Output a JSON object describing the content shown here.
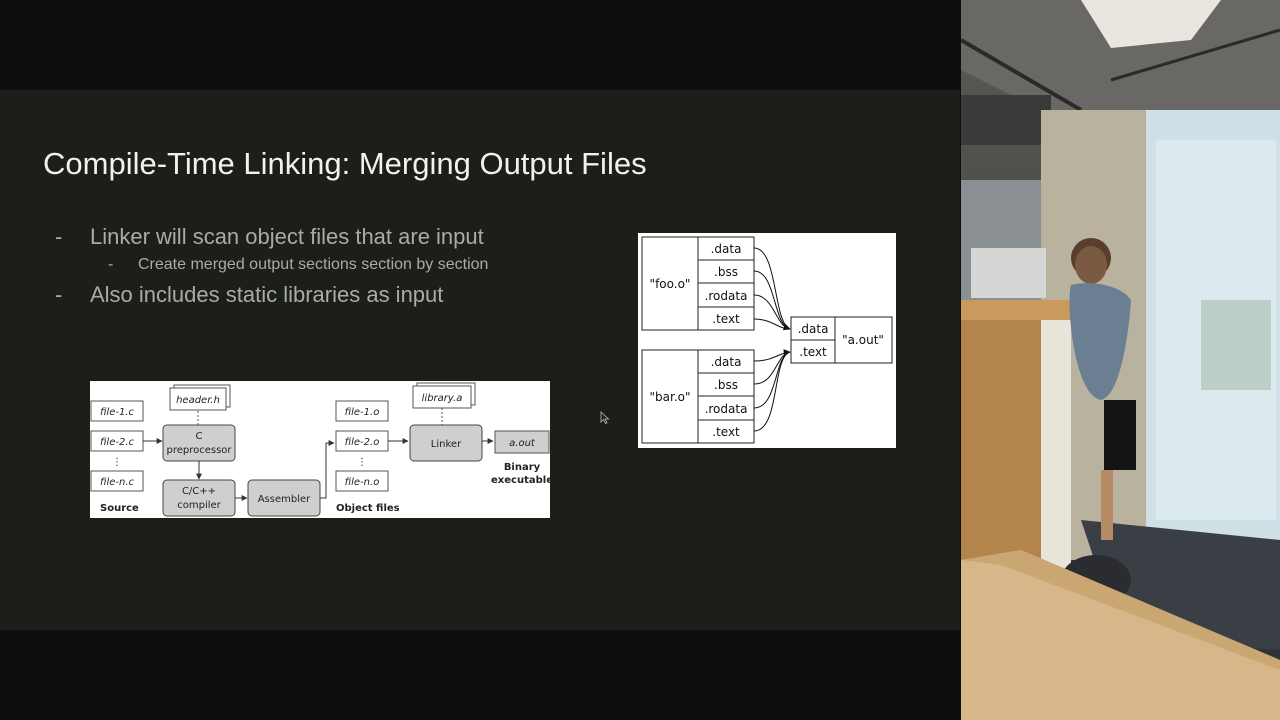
{
  "slide": {
    "title": "Compile-Time Linking: Merging Output Files",
    "bullets": [
      {
        "dash": "-",
        "text": "Linker will scan object files that are input"
      },
      {
        "dash": "-",
        "text": "Create merged output sections section by section"
      },
      {
        "dash": "-",
        "text": "Also includes static libraries as input"
      }
    ]
  },
  "diagram_pipeline": {
    "header": "header.h",
    "library": "library.a",
    "sources": [
      "file-1.c",
      "file-2.c",
      "file-n.c"
    ],
    "objects": [
      "file-1.o",
      "file-2.o",
      "file-n.o"
    ],
    "preprocessor": [
      "C",
      "preprocessor"
    ],
    "compiler": [
      "C/C++",
      "compiler"
    ],
    "assembler": "Assembler",
    "linker": "Linker",
    "output": "a.out",
    "source_label": "Source",
    "objects_label": "Object files",
    "binary_label": [
      "Binary",
      "executable"
    ],
    "dots": "⋮",
    "colors": {
      "box_fill": "#cfcfcf",
      "stroke": "#444444"
    }
  },
  "diagram_sections": {
    "foo": {
      "name": "\"foo.o\"",
      "sections": [
        ".data",
        ".bss",
        ".rodata",
        ".text"
      ]
    },
    "bar": {
      "name": "\"bar.o\"",
      "sections": [
        ".data",
        ".bss",
        ".rodata",
        ".text"
      ]
    },
    "out": {
      "name": "\"a.out\"",
      "sections": [
        ".data",
        ".text"
      ]
    }
  }
}
